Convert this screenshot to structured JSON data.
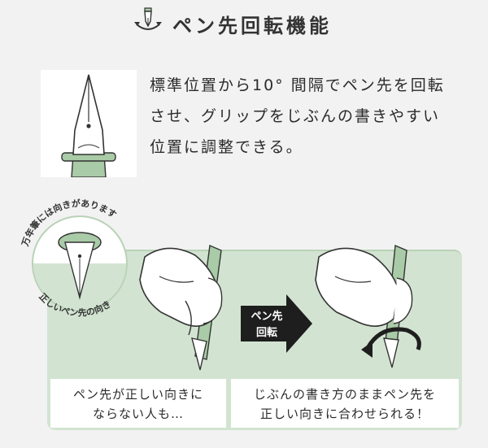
{
  "header": {
    "title": "ペン先回転機能",
    "icon": "pen-nib-rotate-icon"
  },
  "intro": {
    "lines": [
      "標準位置から10° 間隔でペン先を回転",
      "させ、グリップをじぶんの書きやすい",
      "位置に調整できる。"
    ]
  },
  "circle_callout": {
    "top_label": "万年筆には向きがあります",
    "bottom_label": "正しいペン先の向き"
  },
  "arrow": {
    "line1": "ペン先",
    "line2": "回転"
  },
  "captions": {
    "left": [
      "ペン先が正しい向きに",
      "ならない人も…"
    ],
    "right": [
      "じぶんの書き方のままペン先を",
      "正しい向きに合わせられる！"
    ]
  },
  "colors": {
    "background": "#f2f2f2",
    "panel_green": "#d2e4d1",
    "grip_green": "#a9cba7",
    "arrow_dark": "#1e1e1e"
  }
}
